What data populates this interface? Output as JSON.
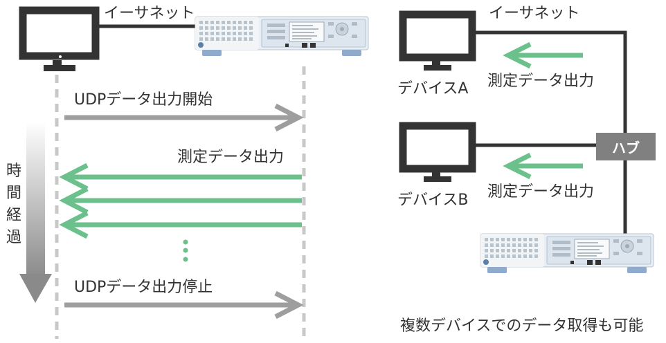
{
  "left_panel": {
    "ethernet_label": "イーサネット",
    "start_label": "UDPデータ出力開始",
    "measure_label": "測定データ出力",
    "stop_label": "UDPデータ出力停止",
    "time_label_chars": [
      "時",
      "間",
      "経",
      "過"
    ]
  },
  "right_panel": {
    "ethernet_label": "イーサネット",
    "device_a_label": "デバイスA",
    "device_b_label": "デバイスB",
    "measure_label_a": "測定データ出力",
    "measure_label_b": "測定データ出力",
    "hub_label": "ハブ",
    "caption": "複数デバイスでのデータ取得も可能"
  },
  "colors": {
    "line": "#333333",
    "arrow_gray": "#9e9e9e",
    "arrow_green": "#6cc08b",
    "hub_fill": "#808080",
    "dashed_line": "#c8c8c8"
  },
  "icons": [
    "monitor-icon",
    "instrument-icon",
    "arrow-right-icon",
    "arrow-left-icon",
    "ellipsis-dots-icon",
    "time-arrow-icon"
  ]
}
